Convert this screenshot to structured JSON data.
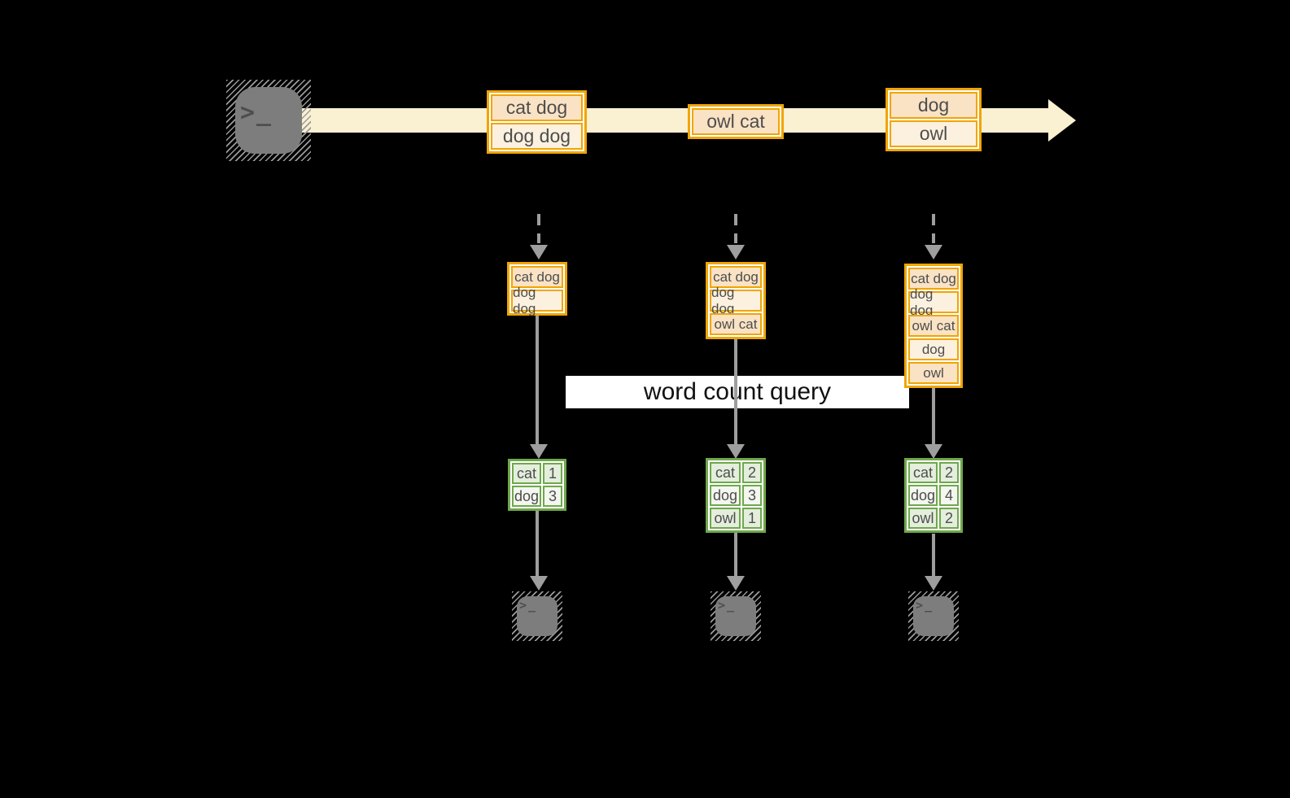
{
  "scene": {
    "query_label": "word count query",
    "icons": {
      "prompt_glyph": ">_"
    },
    "colors": {
      "background": "#000000",
      "amber_border": "#f0a502",
      "peach_fill": "#fae2c4",
      "cream_fill": "#fcf1df",
      "stream_band": "#faf0d2",
      "green_border": "#6fa84c",
      "green_fill_dark": "#e4eedc",
      "green_fill_light": "#f3f7ef",
      "arrow_gray": "#9e9e9e",
      "terminal_gray": "#7d7d7d",
      "text_gray": "#4d4d4d"
    },
    "stream": {
      "source_icon": "terminal-icon",
      "boxes": [
        {
          "rows": [
            "cat dog",
            "dog dog"
          ]
        },
        {
          "rows": [
            "owl cat"
          ]
        },
        {
          "rows": [
            "dog",
            "owl"
          ]
        }
      ]
    },
    "columns": [
      {
        "buffer": [
          "cat dog",
          "dog dog"
        ],
        "counts": [
          [
            "cat",
            1
          ],
          [
            "dog",
            3
          ]
        ]
      },
      {
        "buffer": [
          "cat dog",
          "dog dog",
          "owl cat"
        ],
        "counts": [
          [
            "cat",
            2
          ],
          [
            "dog",
            3
          ],
          [
            "owl",
            1
          ]
        ]
      },
      {
        "buffer": [
          "cat dog",
          "dog dog",
          "owl cat",
          "dog",
          "owl"
        ],
        "counts": [
          [
            "cat",
            2
          ],
          [
            "dog",
            4
          ],
          [
            "owl",
            2
          ]
        ]
      }
    ]
  }
}
